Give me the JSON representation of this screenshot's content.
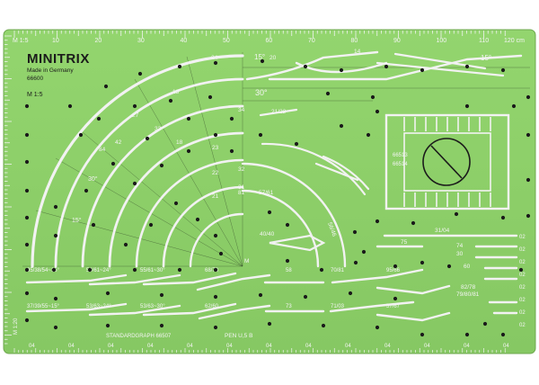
{
  "brand": {
    "name": "MINITRIX",
    "line1": "Made in Germany",
    "line2": "66600",
    "scale": "M 1:5"
  },
  "ruler": {
    "top_left": "M 1:5",
    "top_numbers": [
      "10",
      "20",
      "30",
      "40",
      "50",
      "60",
      "70",
      "80",
      "90",
      "100",
      "110"
    ],
    "top_right": "120 cm",
    "left_code": "M 1:20"
  },
  "labels": {
    "deg15_top": "15°",
    "deg30": "30°",
    "deg15_right": "15°",
    "deg30_arc": "30°",
    "deg15_arc": "15°",
    "sw_a": "24",
    "sw_b": "14",
    "sw_c": "20",
    "sw_d": "21/22",
    "r_27": "27",
    "r_13": "13",
    "r_22": "22",
    "r_57a": "57/61",
    "r_21": "21",
    "r_23": "23",
    "r_32": "32",
    "r_18": "18",
    "r_31": "31",
    "r_33": "33",
    "r_34": "34",
    "r_81": "81",
    "r_84": "84",
    "r_42": "42",
    "turn_a": "66513",
    "turn_b": "66514",
    "code_3104": "31/04",
    "code_75": "75",
    "code_74": "74",
    "code_30": "30",
    "code_60": "60",
    "code_82": "82/78",
    "code_79": "79/80/81",
    "code_4040": "40/40",
    "code_5646": "56/46",
    "row1": [
      "95/38/54~15°",
      "54/61~24°",
      "55/61~30°",
      "68/78",
      "58",
      "70/81",
      "95/66"
    ],
    "row2": [
      "37/39/55~15°",
      "53/63~24°",
      "53/63~30°",
      "62/60",
      "73",
      "71/03",
      "57/67"
    ],
    "bottom_codes": [
      "04",
      "04",
      "04",
      "04",
      "04",
      "04",
      "04",
      "04",
      "04",
      "04",
      "04",
      "04",
      "04"
    ],
    "right_codes": [
      "02",
      "02",
      "02",
      "02",
      "02",
      "02",
      "02",
      "02"
    ],
    "footer": "STANDARDGRAPH 66507",
    "footer2": "PEN U,5 B",
    "mark_m": "M"
  },
  "colors": {
    "stencil_green": "#8fd26a",
    "cutout": "#f2f2f2",
    "hole": "#1a1a1a"
  }
}
